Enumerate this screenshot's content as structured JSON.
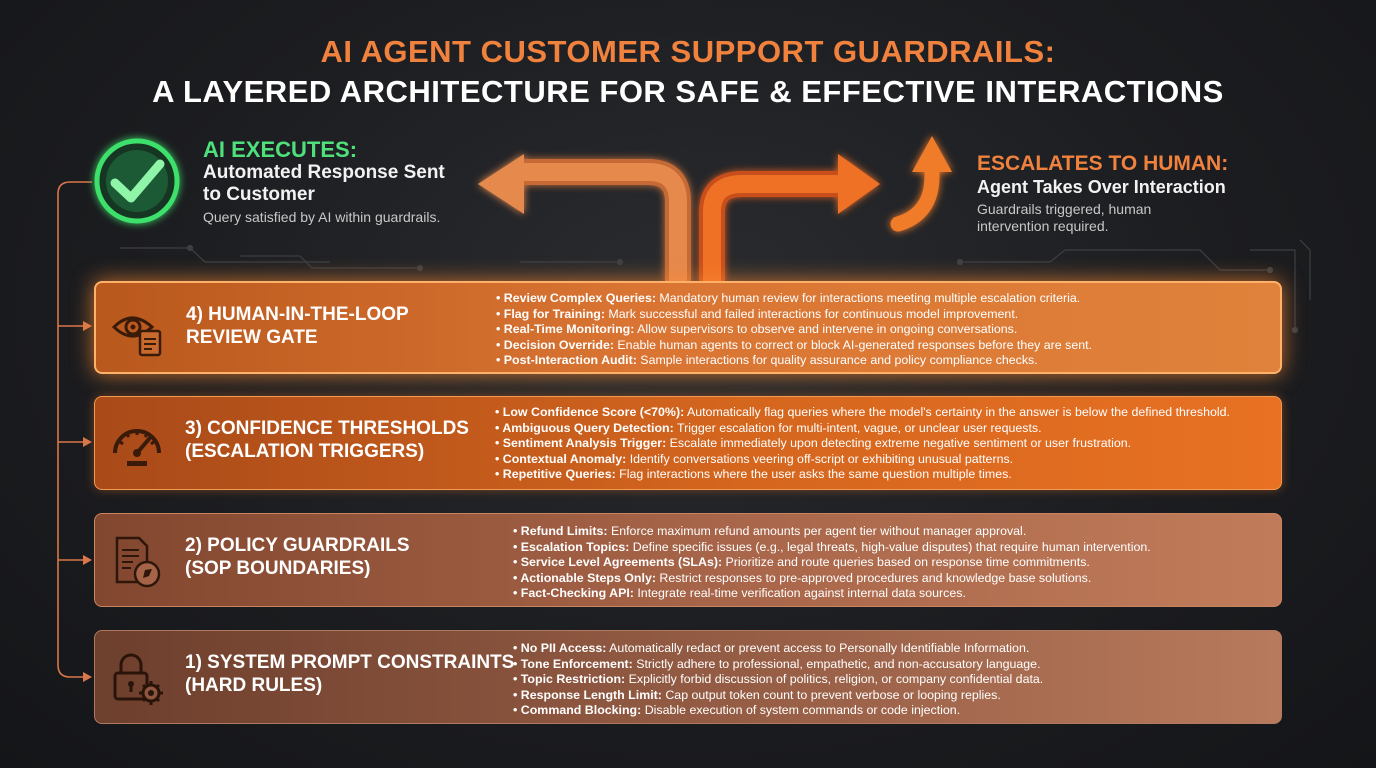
{
  "title": {
    "line1": "AI AGENT CUSTOMER SUPPORT GUARDRAILS:",
    "line2": "A LAYERED ARCHITECTURE FOR SAFE & EFFECTIVE INTERACTIONS"
  },
  "ai_executes": {
    "title": "AI EXECUTES:",
    "subtitle": "Automated Response Sent to Customer",
    "note": "Query satisfied by AI within guardrails.",
    "icon": "checkmark-circle-icon",
    "color": "#4fe07c"
  },
  "escalates": {
    "title": "ESCALATES TO HUMAN:",
    "subtitle": "Agent Takes Over Interaction",
    "note": "Guardrails triggered, human intervention required.",
    "icon": "upward-arrow-icon",
    "color": "#f0823e"
  },
  "layers": [
    {
      "name": "4) HUMAN-IN-THE-LOOP\nREVIEW GATE",
      "icon": "eye-clipboard-icon",
      "bullets": [
        {
          "label": "Review Complex Queries:",
          "text": " Mandatory human review for interactions meeting multiple escalation criteria."
        },
        {
          "label": "Flag for Training:",
          "text": " Mark successful and failed interactions for continuous model improvement."
        },
        {
          "label": "Real-Time Monitoring:",
          "text": " Allow supervisors to observe and intervene in ongoing conversations."
        },
        {
          "label": "Decision Override:",
          "text": " Enable human agents to correct or block AI-generated responses before they are sent."
        },
        {
          "label": "Post-Interaction Audit:",
          "text": " Sample interactions for quality assurance and policy compliance checks."
        }
      ]
    },
    {
      "name": "3) CONFIDENCE THRESHOLDS\n(ESCALATION TRIGGERS)",
      "icon": "gauge-icon",
      "bullets": [
        {
          "label": "Low Confidence Score (<70%):",
          "text": " Automatically flag queries where the model's certainty in the answer is below the defined threshold."
        },
        {
          "label": "Ambiguous Query Detection:",
          "text": " Trigger escalation for multi-intent, vague, or unclear user requests."
        },
        {
          "label": "Sentiment Analysis Trigger:",
          "text": " Escalate immediately upon detecting extreme negative sentiment or user frustration."
        },
        {
          "label": "Contextual Anomaly:",
          "text": " Identify conversations veering off-script or exhibiting unusual patterns."
        },
        {
          "label": "Repetitive Queries:",
          "text": " Flag interactions where the user asks the same question multiple times."
        }
      ]
    },
    {
      "name": "2) POLICY GUARDRAILS\n(SOP BOUNDARIES)",
      "icon": "document-compass-icon",
      "bullets": [
        {
          "label": "Refund Limits:",
          "text": " Enforce maximum refund amounts per agent tier without manager approval."
        },
        {
          "label": "Escalation Topics:",
          "text": " Define specific issues (e.g., legal threats, high-value disputes) that require human intervention."
        },
        {
          "label": "Service Level Agreements (SLAs):",
          "text": " Prioritize and route queries based on response time commitments."
        },
        {
          "label": "Actionable Steps Only:",
          "text": " Restrict responses to pre-approved procedures and knowledge base solutions."
        },
        {
          "label": "Fact-Checking API:",
          "text": " Integrate real-time verification against internal data sources."
        }
      ]
    },
    {
      "name": "1) SYSTEM PROMPT CONSTRAINTS\n(HARD RULES)",
      "icon": "lock-gear-icon",
      "bullets": [
        {
          "label": "No PII Access:",
          "text": " Automatically redact or prevent access to Personally Identifiable Information."
        },
        {
          "label": "Tone Enforcement:",
          "text": " Strictly adhere to professional, empathetic, and non-accusatory language."
        },
        {
          "label": "Topic Restriction:",
          "text": " Explicitly forbid discussion of politics, religion, or company confidential data."
        },
        {
          "label": "Response Length Limit:",
          "text": " Cap output token count to prevent verbose or looping replies."
        },
        {
          "label": "Command Blocking:",
          "text": " Disable execution of system commands or code injection."
        }
      ]
    }
  ],
  "colors": {
    "accent_orange": "#f0823e",
    "accent_green": "#4fe07c",
    "background": "#1c1d20"
  }
}
